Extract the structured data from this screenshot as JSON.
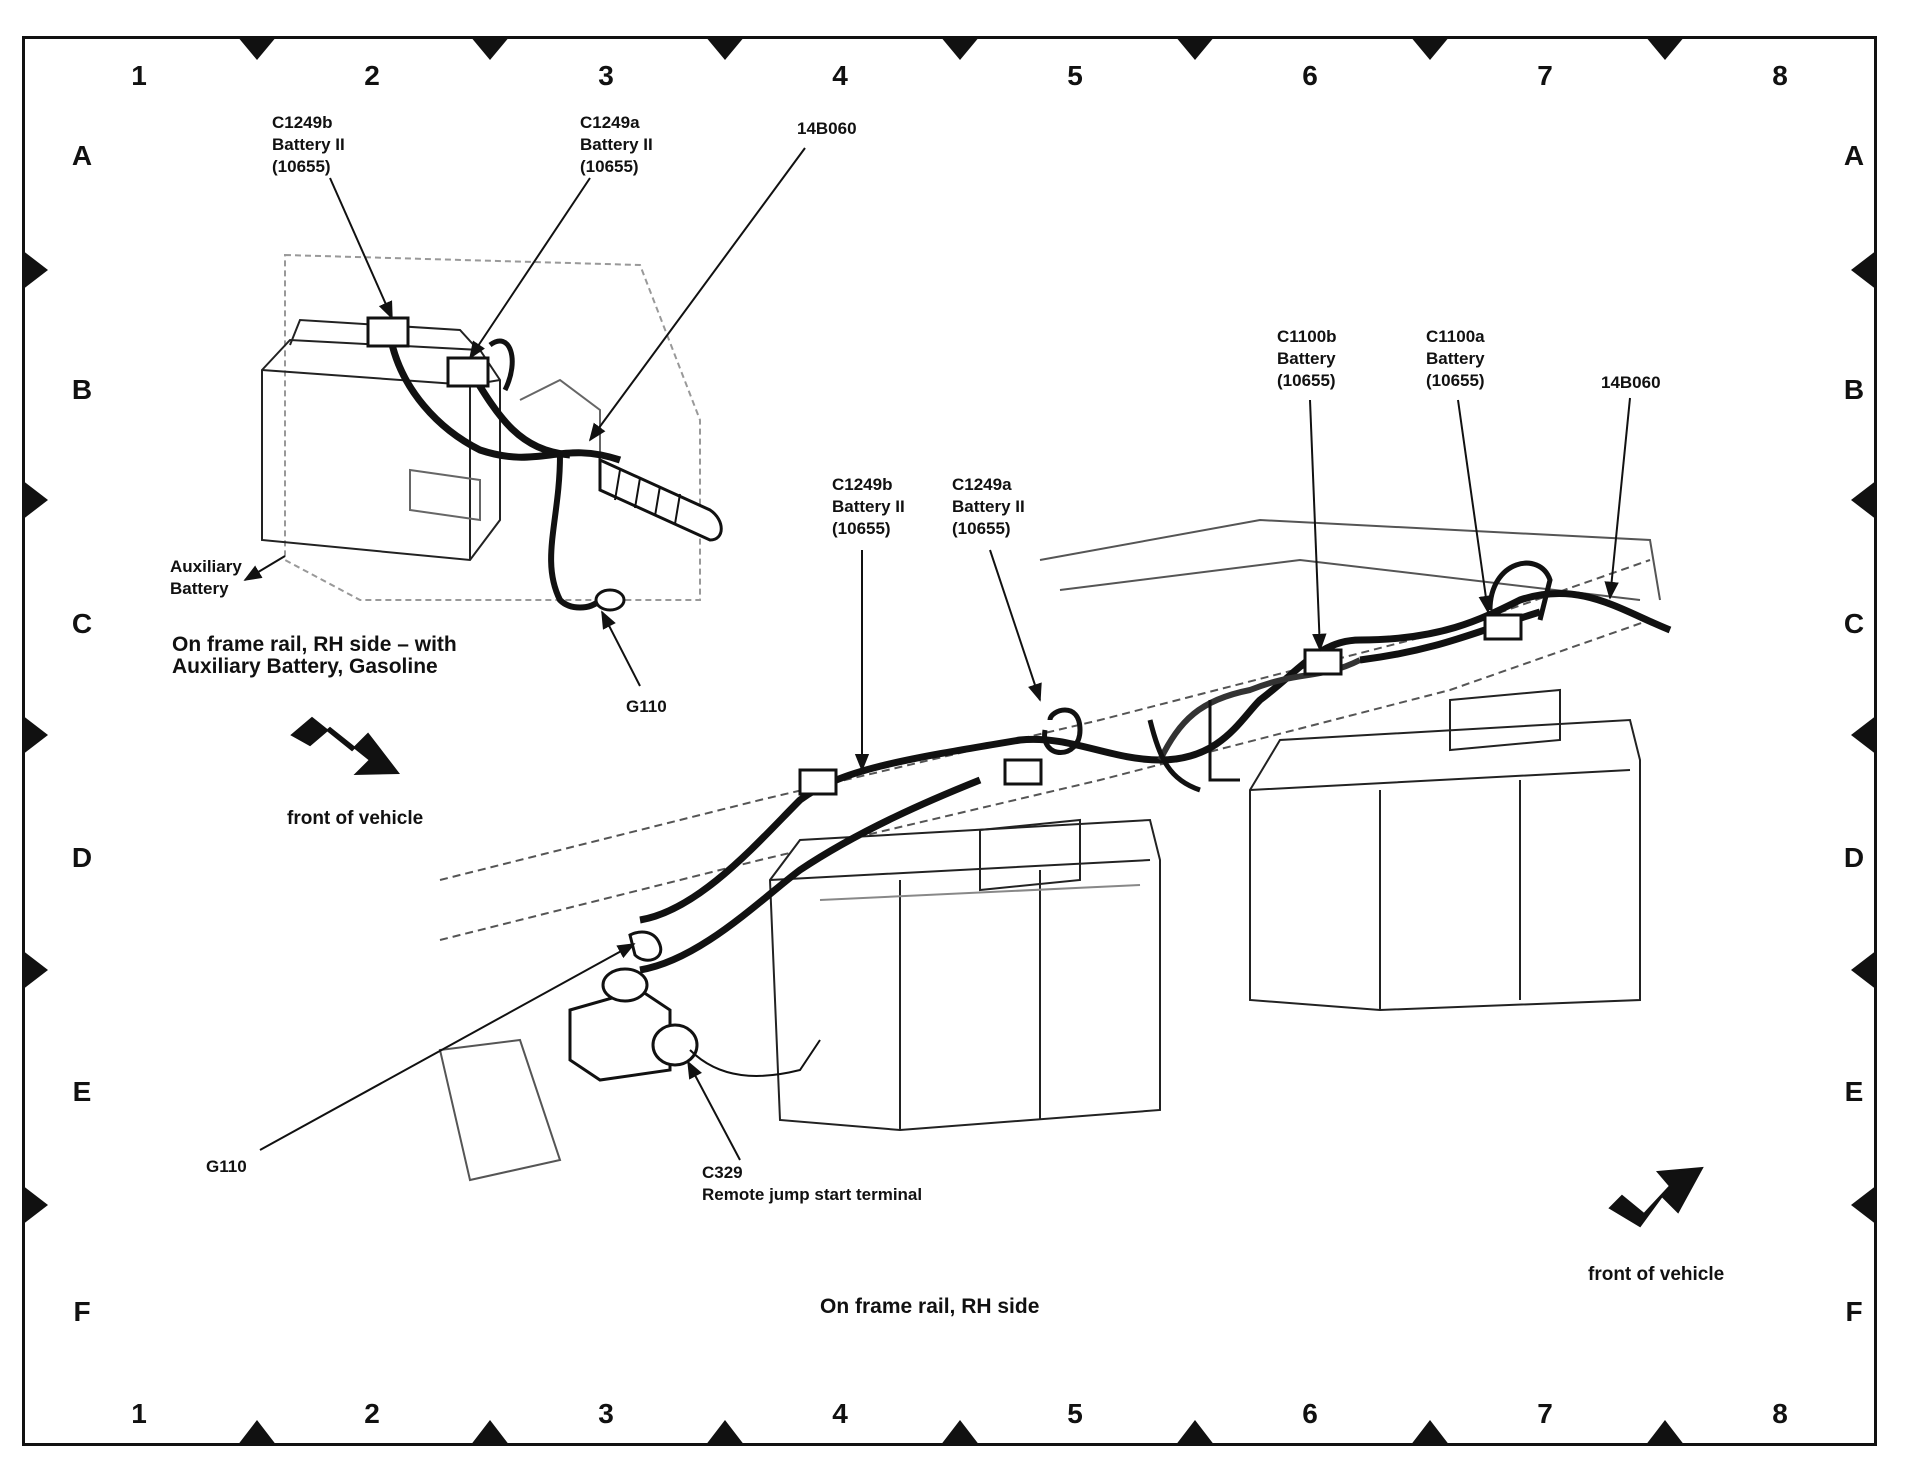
{
  "grid": {
    "columns": [
      "1",
      "2",
      "3",
      "4",
      "5",
      "6",
      "7",
      "8"
    ],
    "rows": [
      "A",
      "B",
      "C",
      "D",
      "E",
      "F"
    ]
  },
  "callouts": {
    "c1249b_top": "C1249b\nBattery II\n(10655)",
    "c1249a_top": "C1249a\nBattery II\n(10655)",
    "harness_top": "14B060",
    "aux_battery": "Auxiliary\nBattery",
    "g110_top": "G110",
    "c1249b_main": "C1249b\nBattery II\n(10655)",
    "c1249a_main": "C1249a\nBattery II\n(10655)",
    "c1100b": "C1100b\nBattery\n(10655)",
    "c1100a": "C1100a\nBattery\n(10655)",
    "harness_main": "14B060",
    "g110_main": "G110",
    "c329": "C329\nRemote jump start terminal"
  },
  "captions": {
    "inset": "On frame rail, RH side – with\nAuxiliary Battery, Gasoline",
    "front_left": "front of vehicle",
    "front_right": "front of vehicle",
    "main": "On frame rail, RH side"
  }
}
